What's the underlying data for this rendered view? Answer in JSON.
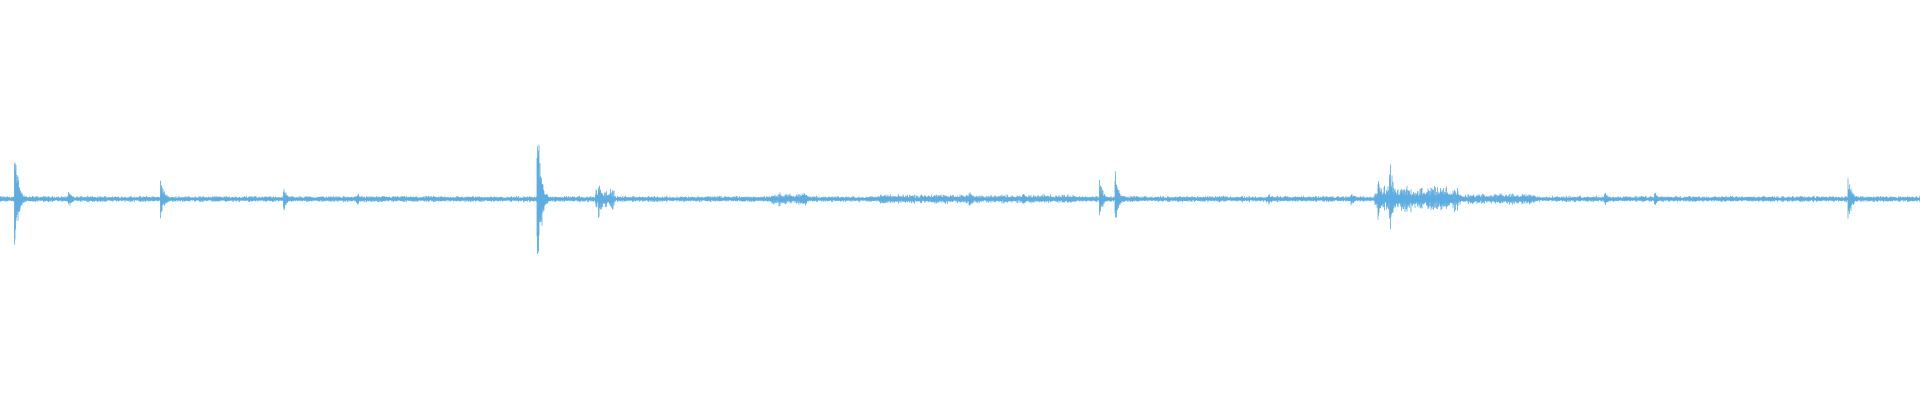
{
  "waveform": {
    "color": "#5dade2",
    "background": "#ffffff",
    "baseline_amplitude": 0.012,
    "transients": [
      {
        "t": 0.008,
        "amp": 0.3
      },
      {
        "t": 0.036,
        "amp": 0.05
      },
      {
        "t": 0.084,
        "amp": 0.12
      },
      {
        "t": 0.148,
        "amp": 0.07
      },
      {
        "t": 0.186,
        "amp": 0.04
      },
      {
        "t": 0.28,
        "amp": 0.48
      },
      {
        "t": 0.312,
        "amp": 0.12
      },
      {
        "t": 0.406,
        "amp": 0.05
      },
      {
        "t": 0.419,
        "amp": 0.05
      },
      {
        "t": 0.459,
        "amp": 0.04
      },
      {
        "t": 0.505,
        "amp": 0.05
      },
      {
        "t": 0.533,
        "amp": 0.05
      },
      {
        "t": 0.573,
        "amp": 0.1
      },
      {
        "t": 0.581,
        "amp": 0.15
      },
      {
        "t": 0.661,
        "amp": 0.04
      },
      {
        "t": 0.704,
        "amp": 0.04
      },
      {
        "t": 0.718,
        "amp": 0.12
      },
      {
        "t": 0.724,
        "amp": 0.22
      },
      {
        "t": 0.836,
        "amp": 0.04
      },
      {
        "t": 0.862,
        "amp": 0.05
      },
      {
        "t": 0.963,
        "amp": 0.12
      }
    ],
    "noisy_regions": [
      {
        "start": 0.31,
        "end": 0.32,
        "amp": 0.06
      },
      {
        "start": 0.402,
        "end": 0.42,
        "amp": 0.03
      },
      {
        "start": 0.458,
        "end": 0.56,
        "amp": 0.025
      },
      {
        "start": 0.716,
        "end": 0.76,
        "amp": 0.07
      },
      {
        "start": 0.76,
        "end": 0.8,
        "amp": 0.03
      }
    ]
  }
}
